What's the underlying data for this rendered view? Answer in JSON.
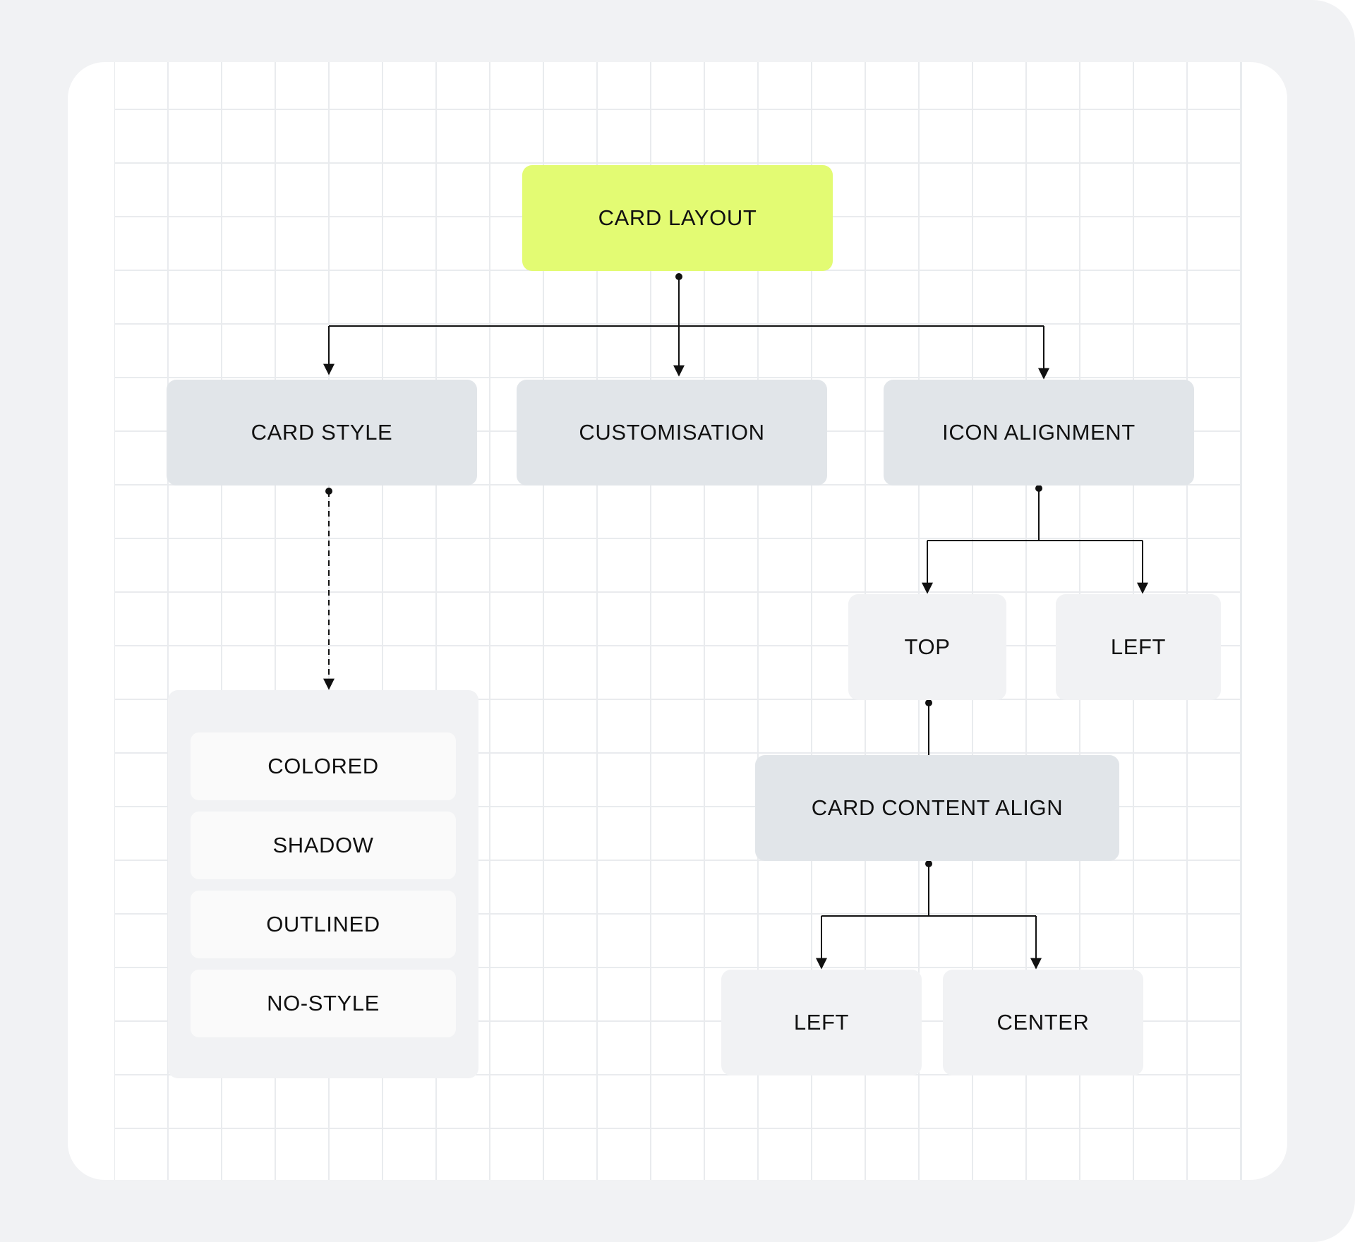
{
  "diagram": {
    "root": "CARD LAYOUT",
    "branches": [
      "CARD STYLE",
      "CUSTOMISATION",
      "ICON ALIGNMENT"
    ],
    "card_style_options": [
      "COLORED",
      "SHADOW",
      "OUTLINED",
      "NO-STYLE"
    ],
    "icon_alignment_options": [
      "TOP",
      "LEFT"
    ],
    "content_align_node": "CARD CONTENT ALIGN",
    "content_align_options": [
      "LEFT",
      "CENTER"
    ]
  },
  "colors": {
    "root_fill": "#e3fb73",
    "branch_fill": "#e1e5e9",
    "leaf_fill": "#f1f2f4",
    "option_fill": "#fafafa",
    "connector": "#111111",
    "grid": "#e9ebee"
  }
}
